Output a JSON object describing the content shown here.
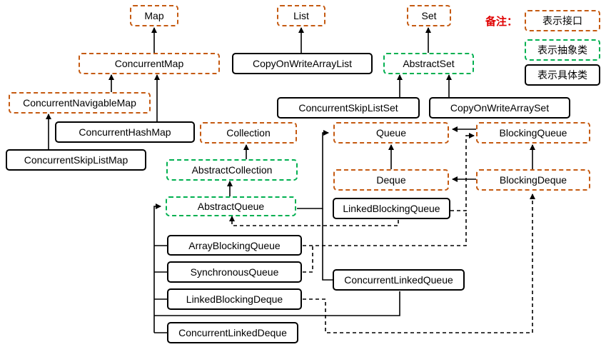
{
  "nodes": {
    "map": "Map",
    "list": "List",
    "set": "Set",
    "concurrent_map": "ConcurrentMap",
    "copy_on_write_array_list": "CopyOnWriteArrayList",
    "abstract_set": "AbstractSet",
    "concurrent_navigable_map": "ConcurrentNavigableMap",
    "concurrent_hash_map": "ConcurrentHashMap",
    "concurrent_skip_list_map": "ConcurrentSkipListMap",
    "concurrent_skip_list_set": "ConcurrentSkipListSet",
    "copy_on_write_array_set": "CopyOnWriteArraySet",
    "collection": "Collection",
    "abstract_collection": "AbstractCollection",
    "abstract_queue": "AbstractQueue",
    "queue": "Queue",
    "deque": "Deque",
    "blocking_queue": "BlockingQueue",
    "blocking_deque": "BlockingDeque",
    "linked_blocking_queue": "LinkedBlockingQueue",
    "array_blocking_queue": "ArrayBlockingQueue",
    "synchronous_queue": "SynchronousQueue",
    "linked_blocking_deque": "LinkedBlockingDeque",
    "concurrent_linked_queue": "ConcurrentLinkedQueue",
    "concurrent_linked_deque": "ConcurrentLinkedDeque"
  },
  "legend": {
    "title": "备注：",
    "interface": "表示接口",
    "abstract_class": "表示抽象类",
    "concrete_class": "表示具体类"
  },
  "colors": {
    "interface_border": "#c55a11",
    "abstract_border": "#00b050",
    "concrete_border": "#000000",
    "legend_title": "#e00000"
  }
}
